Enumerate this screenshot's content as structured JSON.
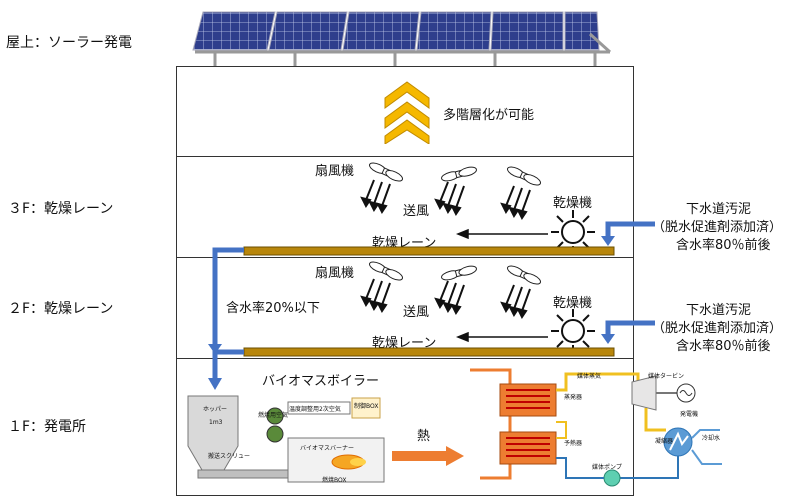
{
  "floors": {
    "roof": "屋上：ソーラー発電",
    "f3": "３F：乾燥レーン",
    "f2": "２F：乾燥レーン",
    "f1": "１F：発電所"
  },
  "top_floor": {
    "note": "多階層化が可能"
  },
  "f3": {
    "fan_label": "扇風機",
    "air_label": "送風",
    "dryer_label": "乾燥機",
    "lane_label": "乾燥レーン"
  },
  "f2": {
    "fan_label": "扇風機",
    "air_label": "送風",
    "dryer_label": "乾燥機",
    "lane_label": "乾燥レーン"
  },
  "sludge_3f": {
    "line1": "下水道汚泥",
    "line2": "（脱水促進剤添加済）",
    "line3": "含水率80％前後"
  },
  "sludge_2f": {
    "line1": "下水道汚泥",
    "line2": "（脱水促進剤添加済）",
    "line3": "含水率80％前後"
  },
  "transfer_note": "含水率20%以下",
  "boiler": {
    "title": "バイオマスボイラー",
    "hopper": "ホッパー",
    "volume": "1m3",
    "screw": "搬送スクリュー",
    "combustion_air": "燃焼用空気",
    "temp_air": "温度調整用2次空気",
    "control_box": "制御BOX",
    "burner": "バイオマスバーナー",
    "combustion_box": "燃焼BOX"
  },
  "heat_label": "熱",
  "power": {
    "steam": "媒体蒸気",
    "turbine": "媒体タービン",
    "generator": "発電機",
    "evaporator": "蒸発器",
    "preheater": "予熱器",
    "condenser": "凝縮器",
    "pump": "媒体ポンプ",
    "cooling_water": "冷却水"
  },
  "colors": {
    "lane": "#b8860b",
    "blue_arrow": "#4472c4",
    "chevron": "#f5b800",
    "heat_arrow": "#ed7d31",
    "panel": "#2e3e8c",
    "steam_line": "#f0c020",
    "cool_line": "#5b9bd5"
  }
}
